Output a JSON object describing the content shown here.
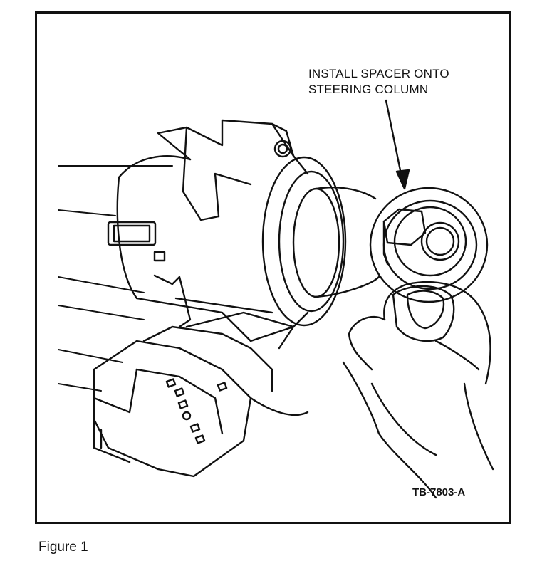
{
  "figure": {
    "callout": {
      "line1": "INSTALL SPACER ONTO",
      "line2": "STEERING COLUMN"
    },
    "code": "TB-7803-A",
    "caption": "Figure 1"
  }
}
